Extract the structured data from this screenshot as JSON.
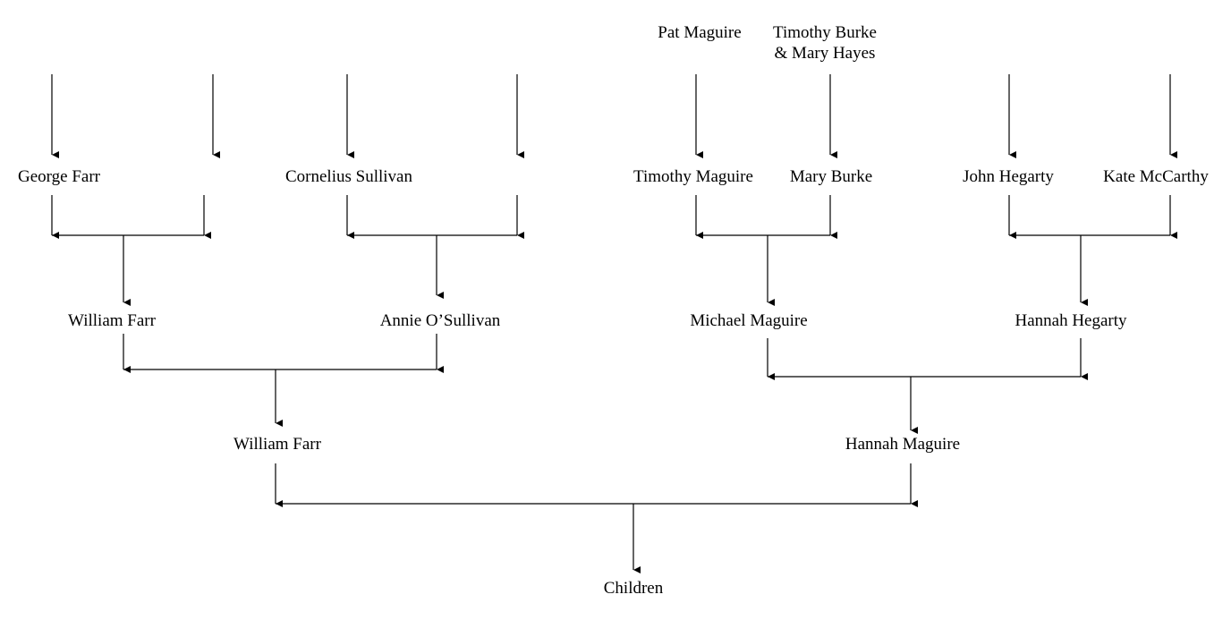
{
  "colors": {
    "line": "#000000",
    "text": "#000000",
    "background": "#ffffff"
  },
  "people": {
    "pat_maguire": "Pat Maguire",
    "burke_hayes_line1": "Timothy Burke",
    "burke_hayes_line2": "& Mary Hayes",
    "george_farr": "George Farr",
    "cornelius_sullivan": "Cornelius Sullivan",
    "timothy_maguire": "Timothy Maguire",
    "mary_burke": "Mary Burke",
    "john_hegarty": "John Hegarty",
    "kate_mccarthy": "Kate McCarthy",
    "william_farr_sr": "William Farr",
    "annie_osullivan": "Annie O’Sullivan",
    "michael_maguire": "Michael Maguire",
    "hannah_hegarty": "Hannah Hegarty",
    "william_farr_jr": "William Farr",
    "hannah_maguire": "Hannah Maguire",
    "children": "Children"
  }
}
